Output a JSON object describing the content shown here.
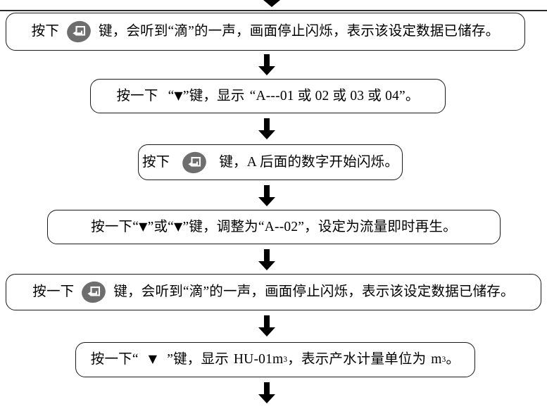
{
  "document": {
    "type": "flowchart",
    "title": "",
    "language": "zh-CN",
    "orientation": "vertical",
    "background_color": "#ffffff",
    "line_color": "#1a1a1a",
    "text_color": "#000000",
    "icon_color": "#6e6e6e"
  },
  "steps": [
    {
      "id": "step-1",
      "index": 1,
      "full_text": "按下 [回车键图标] 键，会听到“滴”的一声，画面停止闪烁，表示该设定数据已储存。",
      "parts": {
        "before_icon": "按下",
        "icon": "enter-key-icon",
        "after_icon": "键，会听到“滴”的一声，画面停止闪烁，表示该设定数据已储存。"
      }
    },
    {
      "id": "step-2",
      "index": 2,
      "full_text": "按一下 “▼”键，显示 “A---01 或 02 或 03 或 04”。",
      "parts": {
        "lead": "按一下",
        "quote_open": "“",
        "key_symbol": "▼",
        "quote_close": "”",
        "tail": "键，显示",
        "value_quote_open": "“",
        "value": "A---01 或 02 或 03 或 04",
        "value_quote_close": "”。"
      }
    },
    {
      "id": "step-3",
      "index": 3,
      "full_text": "按下 [回车键图标] 键，A 后面的数字开始闪烁。",
      "parts": {
        "before_icon": "按下",
        "icon": "enter-key-icon",
        "after_icon": "键，A 后面的数字开始闪烁。"
      }
    },
    {
      "id": "step-4",
      "index": 4,
      "full_text": "按一下“▼”或“▼”键，调整为“A--02”，设定为流量即时再生。",
      "parts": {
        "lead": "按一下“",
        "key_symbol_1": "▼",
        "mid": "”或“",
        "key_symbol_2": "▼",
        "tail": "”键，调整为“A--02”，设定为流量即时再生。"
      }
    },
    {
      "id": "step-5",
      "index": 5,
      "full_text": "按一下 [回车键图标] 键，会听到“滴”的一声，画面停止闪烁，表示该设定数据已储存。",
      "parts": {
        "before_icon": "按一下",
        "icon": "enter-key-icon",
        "after_icon": "键，会听到“滴”的一声，画面停止闪烁，表示该设定数据已储存。"
      }
    },
    {
      "id": "step-6",
      "index": 6,
      "full_text": "按一下“ ▼ ”键，显示 HU-01m³，表示产水计量单位为 m³。",
      "parts": {
        "lead": "按一下“",
        "key_symbol": "▼",
        "mid": "”键，显示",
        "value_base": "HU-01m",
        "value_sup": "3",
        "tail": "，表示产水计量单位为",
        "unit_base": "m",
        "unit_sup": "3",
        "end": "。"
      }
    }
  ],
  "connectors": [
    {
      "id": "arrow-top-partial",
      "direction": "down",
      "partial": true,
      "note": "arrow cut off at top edge of image"
    },
    {
      "id": "arrow-1-2",
      "direction": "down",
      "partial": false
    },
    {
      "id": "arrow-2-3",
      "direction": "down",
      "partial": false
    },
    {
      "id": "arrow-3-4",
      "direction": "down",
      "partial": false
    },
    {
      "id": "arrow-4-5",
      "direction": "down",
      "partial": false
    },
    {
      "id": "arrow-5-6",
      "direction": "down",
      "partial": false
    },
    {
      "id": "arrow-bottom-partial",
      "direction": "down",
      "partial": true,
      "note": "arrow cut off at bottom edge of image"
    }
  ]
}
